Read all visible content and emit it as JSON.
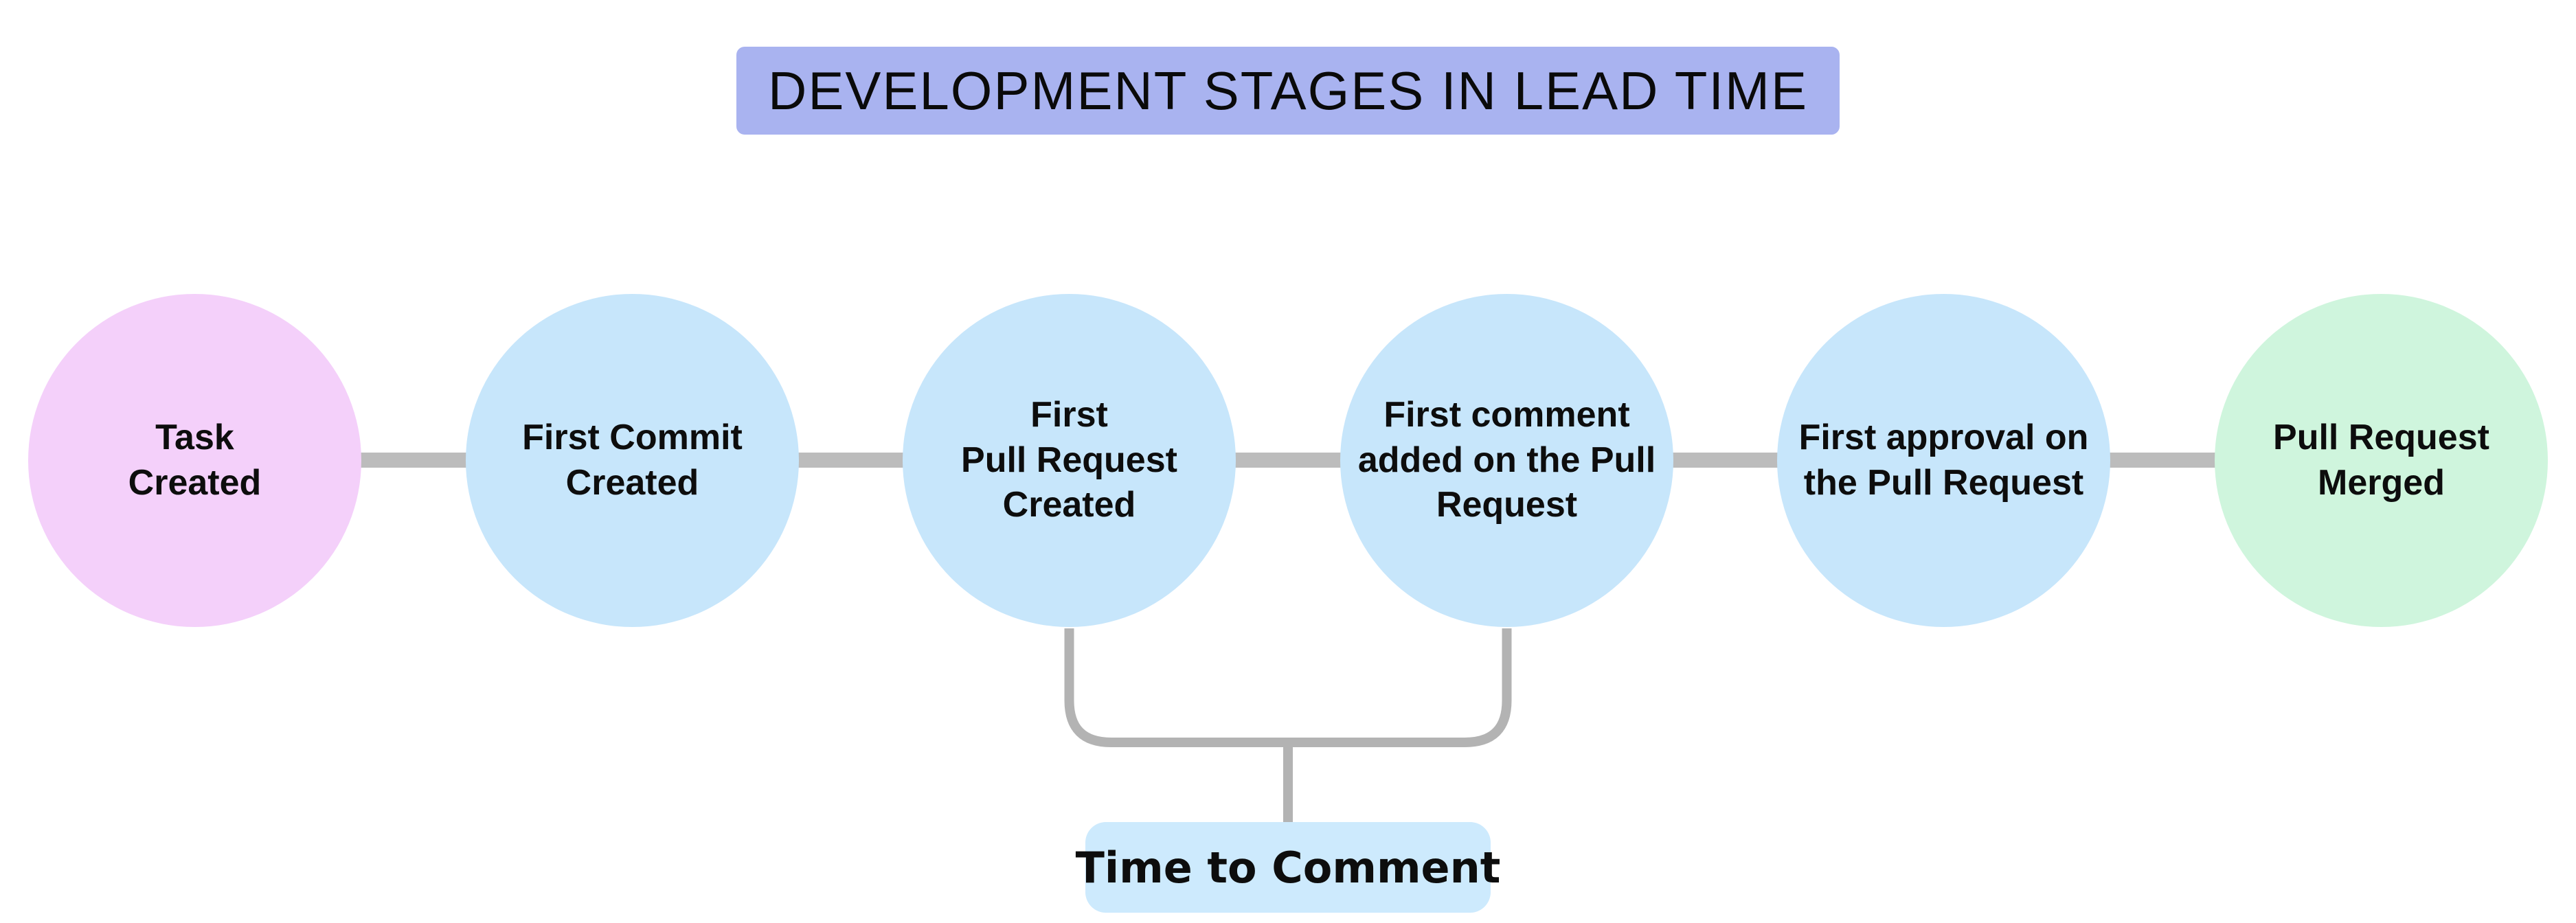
{
  "title": {
    "text": "DEVELOPMENT STAGES IN LEAD TIME",
    "bg": "#a9b3f0"
  },
  "stages": [
    {
      "label": "Task\nCreated",
      "fill": "#f4d0fa",
      "role": "start"
    },
    {
      "label": "First Commit\nCreated",
      "fill": "#c7e6fb",
      "role": "stage"
    },
    {
      "label": "First\nPull Request\nCreated",
      "fill": "#c7e6fb",
      "role": "stage"
    },
    {
      "label": "First comment\nadded on the Pull\nRequest",
      "fill": "#c7e6fb",
      "role": "stage"
    },
    {
      "label": "First approval on\nthe Pull Request",
      "fill": "#c7e6fb",
      "role": "stage"
    },
    {
      "label": "Pull Request\nMerged",
      "fill": "#cff5dd",
      "role": "end"
    }
  ],
  "annotation": {
    "label": "Time to Comment",
    "bg": "#cdeafd",
    "spans_from": "First\nPull Request\nCreated",
    "spans_to": "First comment\nadded on the Pull\nRequest"
  },
  "colors": {
    "connector": "#bcbcbc",
    "bracket": "#b3b3b3",
    "text": "#0d0d0d",
    "background": "#ffffff"
  }
}
